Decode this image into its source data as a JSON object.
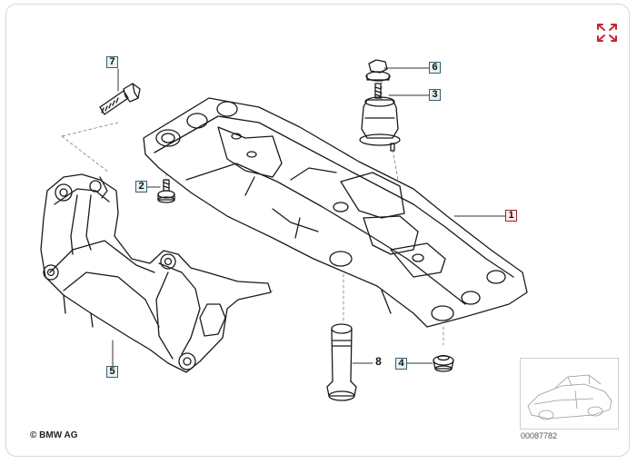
{
  "callouts": {
    "c1": "1",
    "c2": "2",
    "c3": "3",
    "c4": "4",
    "c5": "5",
    "c6": "6",
    "c7": "7",
    "c8": "8"
  },
  "footer": {
    "copyright": "© BMW AG",
    "reference": "00087782"
  },
  "icons": {
    "expand": "expand-arrows-icon",
    "thumbnail": "car-thumbnail-icon"
  },
  "colors": {
    "line": "#1a1a1a",
    "main_callout_border": "#9b2231",
    "callout_fill": "#e4f1f3",
    "expand_icon": "#c0282e"
  }
}
